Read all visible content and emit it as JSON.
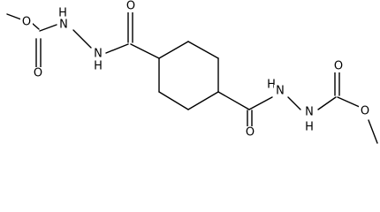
{
  "molecule": {
    "atom_labels": {
      "o_methoxy_left": "O",
      "o_carbonyl_left": "O",
      "nh_left_1": "H",
      "nh_left_2": "H",
      "n_left_1": "N",
      "n_left_2": "N",
      "o_amide_left": "O",
      "o_amide_right": "O",
      "nh_right_1": "H",
      "n_right_1": "N",
      "n_right_2": "N",
      "nh_right_2": "H",
      "o_carbonyl_right": "O",
      "o_methoxy_right": "O"
    }
  }
}
